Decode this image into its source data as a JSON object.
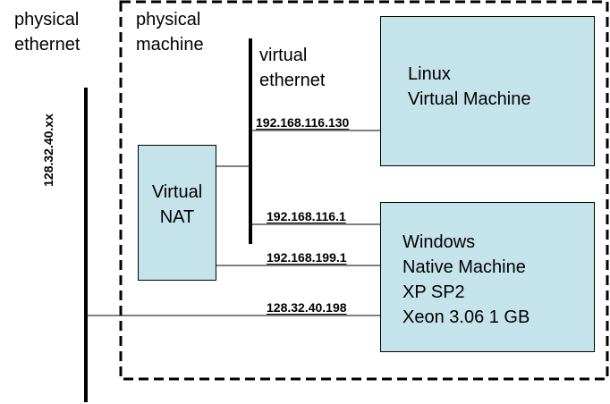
{
  "labels": {
    "physical_ethernet": [
      "physical",
      "ethernet"
    ],
    "physical_machine": [
      "physical",
      "machine"
    ],
    "virtual_ethernet": [
      "virtual",
      "ethernet"
    ]
  },
  "nodes": {
    "linux_vm": [
      "Linux",
      "Virtual Machine"
    ],
    "virtual_nat": [
      "Virtual",
      "NAT"
    ],
    "windows_host": [
      "Windows",
      "Native Machine",
      "XP SP2",
      "Xeon 3.06 1 GB"
    ]
  },
  "ip_addresses": {
    "physical_network": "128.32.40.xx",
    "linux_vm": "192.168.116.130",
    "host_vmnet8": "192.168.116.1",
    "host_vmnet1": "192.168.199.1",
    "host_physical": "128.32.40.198"
  },
  "colors": {
    "box_fill": "#c5e3ea",
    "line": "#000000",
    "background": "#ffffff"
  }
}
